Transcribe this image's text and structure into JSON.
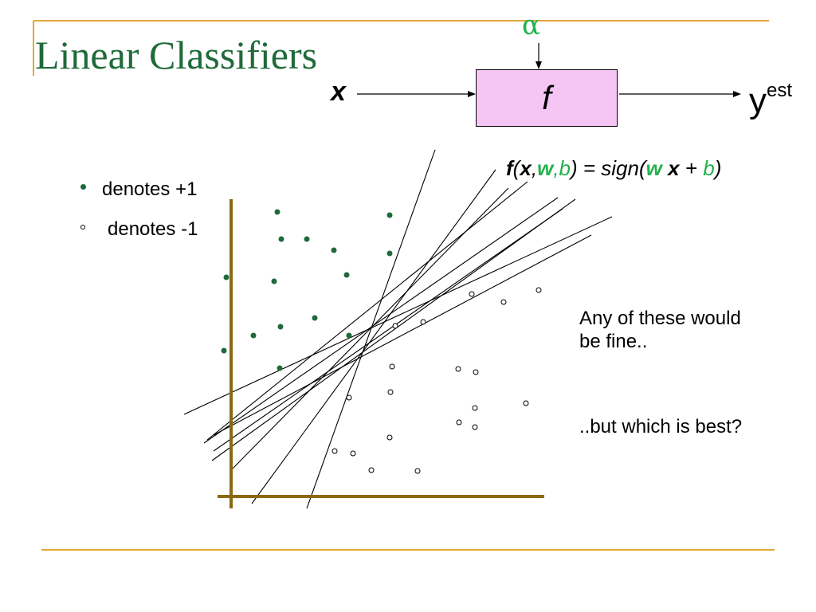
{
  "title": "Linear Classifiers",
  "diagram": {
    "alpha": "α",
    "input": "x",
    "function": "f",
    "output_base": "y",
    "output_sup": "est"
  },
  "formula": {
    "f": "f",
    "open": "(",
    "x": "x",
    "comma1": ",",
    "w": "w",
    "comma2": ",",
    "b": "b",
    "mid": ") = sign(",
    "w2": "w",
    "space": " ",
    "x2": "x",
    "plus": " + ",
    "b2": "b",
    "close": ")"
  },
  "legend": {
    "positive": "denotes +1",
    "negative": "denotes -1"
  },
  "notes": {
    "line1": "Any of these would be fine..",
    "line2": "..but which is best?"
  },
  "colors": {
    "title": "#1f6a3a",
    "accent": "#22b14c",
    "positive_dot": "#1f6a3a",
    "axis": "#8b6914",
    "rule": "#e0a83a",
    "box_fill": "#f5c6f4"
  }
}
